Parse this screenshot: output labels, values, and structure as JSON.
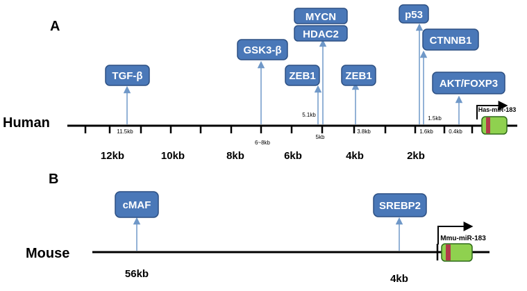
{
  "panel_a": {
    "letter": "A",
    "species_label": "Human",
    "scale_labels": [
      "12kb",
      "10kb",
      "8kb",
      "6kb",
      "4kb",
      "2kb"
    ],
    "distance_labels": [
      "11.5kb",
      "6~8kb",
      "5.1kb",
      "5kb",
      "3.8kb",
      "1.6kb",
      "1.5kb",
      "0.4kb"
    ],
    "factors": [
      "TGF-β",
      "GSK3-β",
      "MYCN",
      "HDAC2",
      "ZEB1",
      "ZEB1",
      "p53",
      "CTNNB1",
      "AKT/FOXP3"
    ],
    "gene_label": "Has-miR-183"
  },
  "panel_b": {
    "letter": "B",
    "species_label": "Mouse",
    "scale_labels": [
      "56kb",
      "4kb"
    ],
    "factors": [
      "cMAF",
      "SREBP2"
    ],
    "gene_label": "Mmu-miR-183"
  },
  "colors": {
    "factor_box": "#4a78b8",
    "arrow": "#6f98c8",
    "gene_green": "#8fd14f",
    "gene_red": "#b23a4a"
  }
}
